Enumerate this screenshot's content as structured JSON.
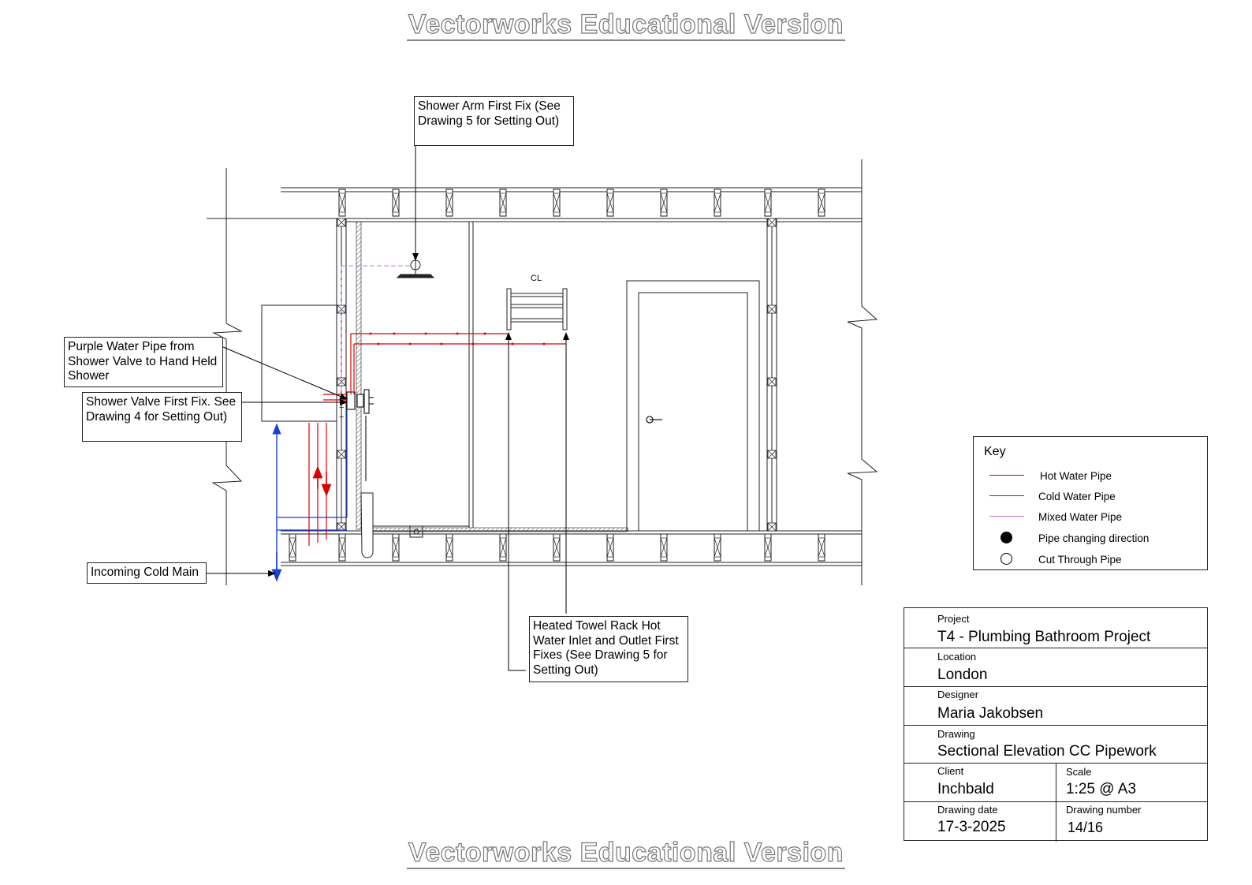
{
  "watermark": "Vectorworks Educational Version",
  "drawing": {
    "centre_line_label": "CL",
    "callouts": {
      "shower_arm": "Shower Arm First Fix (See Drawing 5 for Setting Out)",
      "purple_pipe": "Purple Water Pipe from Shower Valve to Hand Held Shower",
      "shower_valve": "Shower Valve First Fix. See Drawing 4 for Setting Out)",
      "cold_main": "Incoming Cold Main",
      "towel_rack": "Heated Towel Rack Hot Water Inlet and Outlet First Fixes (See Drawing 5 for Setting Out)"
    },
    "pipe_colors": {
      "hot": "#e00000",
      "cold": "#1a3fd8",
      "mixed": "#c77ae0"
    }
  },
  "key": {
    "title": "Key",
    "items": [
      {
        "label": "Hot Water Pipe",
        "symbol": "line",
        "color": "#e00000"
      },
      {
        "label": "Cold Water Pipe",
        "symbol": "line",
        "color": "#1a3fd8"
      },
      {
        "label": "Mixed Water Pipe",
        "symbol": "line",
        "color": "#c77ae0"
      },
      {
        "label": "Pipe changing direction",
        "symbol": "filled-circle",
        "color": "#000000"
      },
      {
        "label": "Cut Through Pipe",
        "symbol": "open-circle",
        "color": "#000000"
      }
    ]
  },
  "title_block": {
    "project": {
      "caption": "Project",
      "value": "T4 - Plumbing Bathroom Project"
    },
    "location": {
      "caption": "Location",
      "value": "London"
    },
    "designer": {
      "caption": "Designer",
      "value": "Maria Jakobsen"
    },
    "drawing": {
      "caption": "Drawing",
      "value": "Sectional Elevation CC Pipework"
    },
    "client": {
      "caption": "Client",
      "value": "Inchbald"
    },
    "scale": {
      "caption": "Scale",
      "value": "1:25 @ A3"
    },
    "drawing_date": {
      "caption": "Drawing date",
      "value": "17-3-2025"
    },
    "drawing_number": {
      "caption": "Drawing number",
      "value": "14/16"
    }
  }
}
